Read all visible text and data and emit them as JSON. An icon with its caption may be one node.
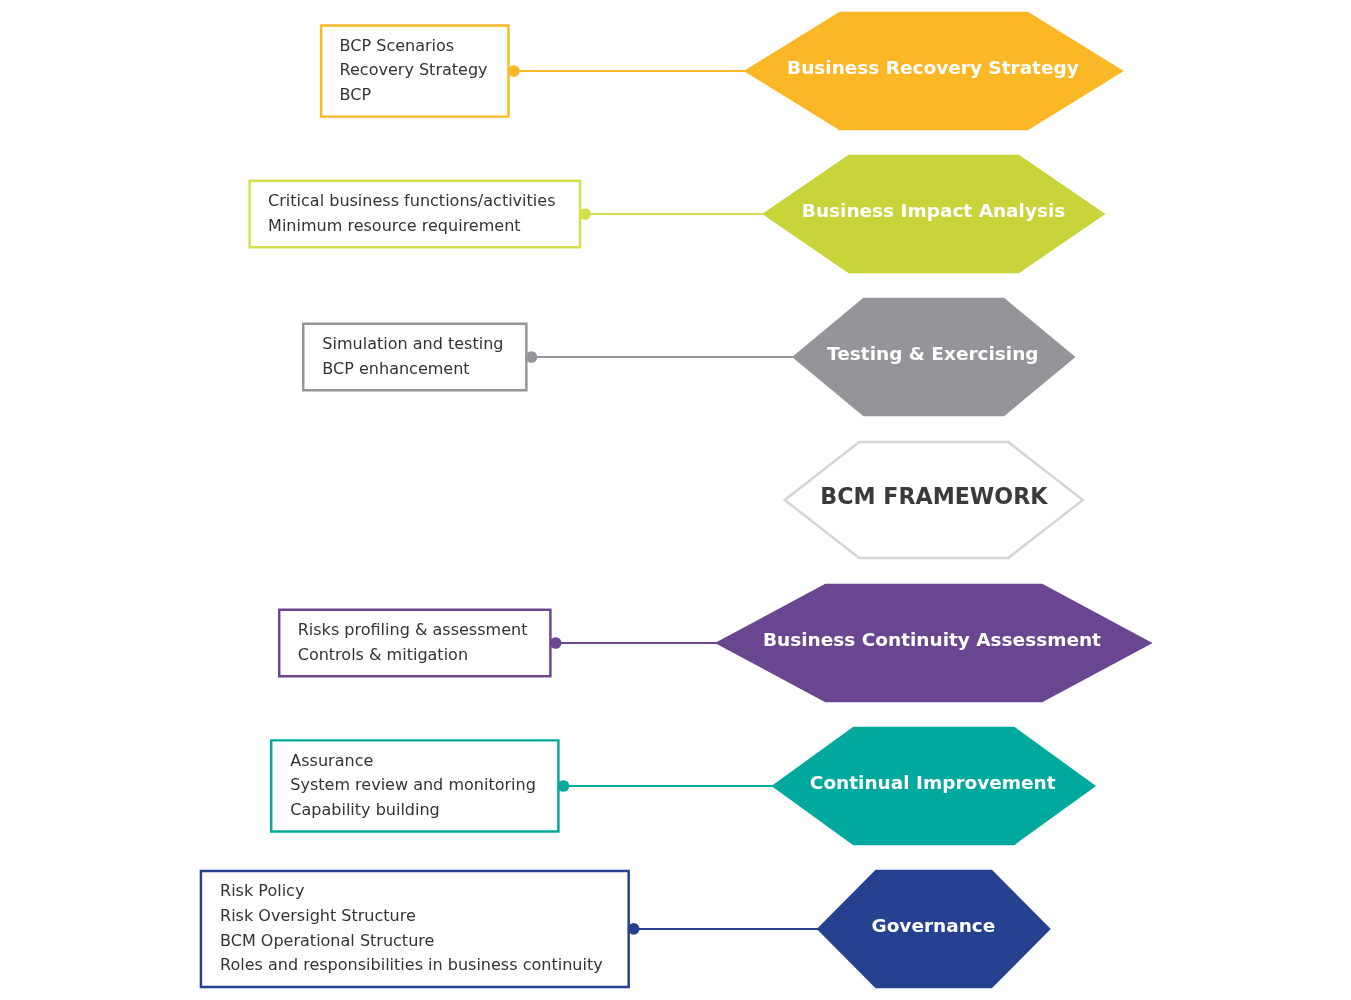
{
  "diagram": {
    "nodes": [
      {
        "text": [
          "Governance"
        ]
      },
      {
        "text": [
          "Continual Improvement"
        ]
      },
      {
        "text": [
          "Business Continuity Assessment"
        ]
      },
      {
        "text": [
          "BCM FRAMEWORK"
        ]
      },
      {
        "text": [
          "Testing & Exercising"
        ]
      },
      {
        "text": [
          "Business Impact Analysis"
        ]
      },
      {
        "text": [
          "Business Recovery Strategy"
        ]
      },
      {
        "text": [
          "Risk Policy",
          "Risk Oversight Structure",
          "BCM Operational Structure",
          "Roles and responsibilities in business continuity"
        ]
      },
      {
        "text": [
          "Assurance",
          "System review and monitoring",
          "Capability building"
        ]
      },
      {
        "text": [
          "Risks profiling & assessment",
          "Controls & mitigation"
        ]
      },
      {
        "text": [
          "Simulation and testing",
          "BCP enhancement"
        ]
      },
      {
        "text": [
          "Critical business functions/activities",
          "Minimum resource requirement"
        ]
      },
      {
        "text": [
          "BCP Scenarios",
          "Recovery Strategy",
          "BCP"
        ]
      }
    ],
    "edges": [
      {
        "from": 7,
        "to": 0,
        "arrow": "other",
        "color": "#26418f"
      },
      {
        "from": 8,
        "to": 1,
        "arrow": "other",
        "color": "#00a99d"
      },
      {
        "from": 9,
        "to": 2,
        "arrow": "other",
        "color": "#6b4690"
      },
      {
        "from": 10,
        "to": 4,
        "arrow": "other",
        "color": "#939598"
      },
      {
        "from": 11,
        "to": 5,
        "arrow": "other",
        "color": "#d4e04a"
      },
      {
        "from": 12,
        "to": 6,
        "arrow": "other",
        "color": "#fbb726"
      }
    ]
  }
}
